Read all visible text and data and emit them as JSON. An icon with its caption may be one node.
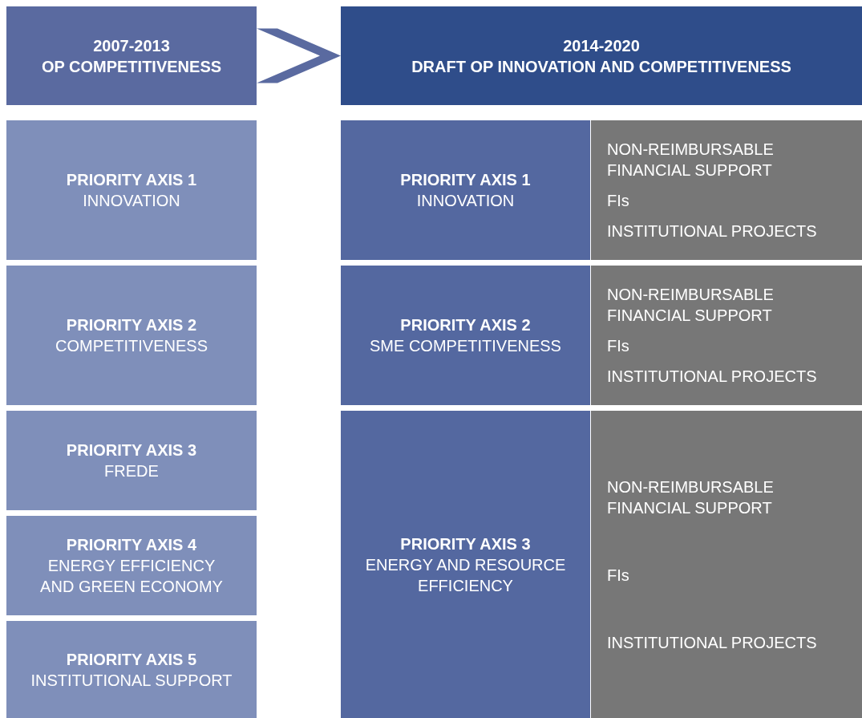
{
  "diagram": {
    "nodes": [
      {
        "text": [
          "2007-2013",
          "OP COMPETITIVENESS"
        ]
      },
      {
        "text": [
          "2014-2020",
          "DRAFT OP INNOVATION AND COMPETITIVENESS"
        ]
      },
      {
        "text": [
          "PRIORITY AXIS 1",
          "INNOVATION"
        ]
      },
      {
        "text": [
          "PRIORITY AXIS 2",
          "COMPETITIVENESS"
        ]
      },
      {
        "text": [
          "PRIORITY AXIS 3",
          "FREDE"
        ]
      },
      {
        "text": [
          "PRIORITY AXIS 4",
          "ENERGY EFFICIENCY AND GREEN ECONOMY"
        ]
      },
      {
        "text": [
          "PRIORITY AXIS 5",
          "INSTITUTIONAL SUPPORT"
        ]
      },
      {
        "text": [
          "PRIORITY AXIS 1",
          "INNOVATION"
        ]
      },
      {
        "text": [
          "NON-REIMBURSABLE FINANCIAL SUPPORT",
          "FIs",
          "INSTITUTIONAL PROJECTS"
        ]
      },
      {
        "text": [
          "PRIORITY AXIS 2",
          "SME COMPETITIVENESS"
        ]
      },
      {
        "text": [
          "NON-REIMBURSABLE FINANCIAL SUPPORT",
          "FIs",
          "INSTITUTIONAL PROJECTS"
        ]
      },
      {
        "text": [
          "PRIORITY AXIS 3",
          "ENERGY AND RESOURCE EFFICIENCY"
        ]
      },
      {
        "text": [
          "NON-REIMBURSABLE FINANCIAL SUPPORT",
          "FIs",
          "INSTITUTIONAL PROJECTS"
        ]
      }
    ],
    "edges": [
      {
        "from": 0,
        "to": 1,
        "arrow": "to"
      }
    ]
  }
}
